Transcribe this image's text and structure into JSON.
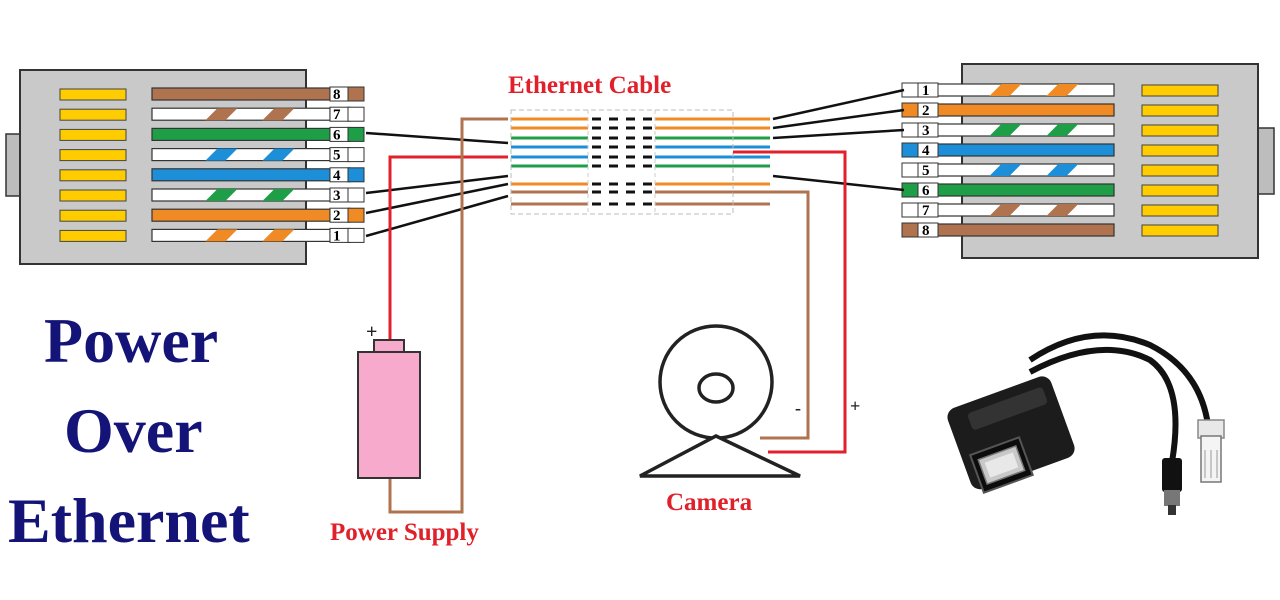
{
  "labels": {
    "cable": "Ethernet Cable",
    "power_supply": "Power Supply",
    "camera": "Camera",
    "plus_battery": "+",
    "plus_camera": "+",
    "minus_camera": "-"
  },
  "title": {
    "line1": "Power",
    "line2": "Over",
    "line3": "Ethernet"
  },
  "left_pins": [
    "8",
    "7",
    "6",
    "5",
    "4",
    "3",
    "2",
    "1"
  ],
  "right_pins": [
    "1",
    "2",
    "3",
    "4",
    "5",
    "6",
    "7",
    "8"
  ],
  "colors": {
    "orange": "#f08a24",
    "green": "#1f9e48",
    "blue": "#1c8fd8",
    "brown": "#b07350",
    "red": "#e0202a",
    "gold": "#ffcc00",
    "connector_gray": "#c9c9c9",
    "title_blue": "#141478",
    "battery_pink": "#f7aacb"
  }
}
